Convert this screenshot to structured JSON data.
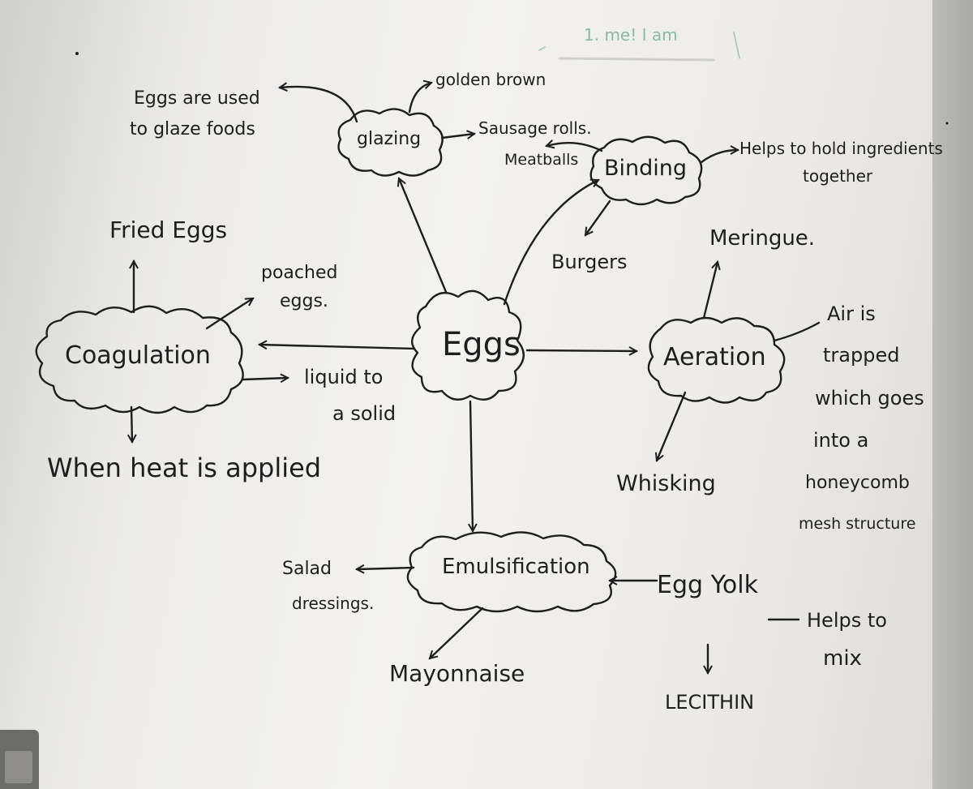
{
  "diagram": {
    "center": "Eggs",
    "nodes": {
      "coagulation": "Coagulation",
      "aeration": "Aeration",
      "glazing": "glazing",
      "binding": "Binding",
      "emulsification": "Emulsification"
    },
    "notes": {
      "glaze_1": "Eggs are used",
      "glaze_2": "to glaze foods",
      "golden_brown": "golden brown",
      "sausage_rolls": "Sausage rolls.",
      "meatballs": "Meatballs",
      "helps_hold_1": "Helps to hold ingredients",
      "helps_hold_2": "together",
      "burgers": "Burgers",
      "meringue": "Meringue.",
      "air_1": "Air is",
      "air_2": "trapped",
      "air_3": "which goes",
      "air_4": "into a",
      "air_5": "honeycomb",
      "air_6": "mesh structure",
      "whisking": "Whisking",
      "fried_eggs": "Fried Eggs",
      "poached_1": "poached",
      "poached_2": "eggs.",
      "liquid_1": "liquid to",
      "liquid_2": "a solid",
      "heat": "When heat is applied",
      "salad_1": "Salad",
      "salad_2": "dressings.",
      "mayonnaise": "Mayonnaise",
      "egg_yolk": "Egg Yolk",
      "helps_mix_1": "Helps to",
      "helps_mix_2": "mix",
      "lecithin": "LECITHIN",
      "faint_note": "1. me! I am"
    },
    "colors": {
      "ink": "#1e1e1e",
      "faint_green": "#6fae9a"
    }
  }
}
